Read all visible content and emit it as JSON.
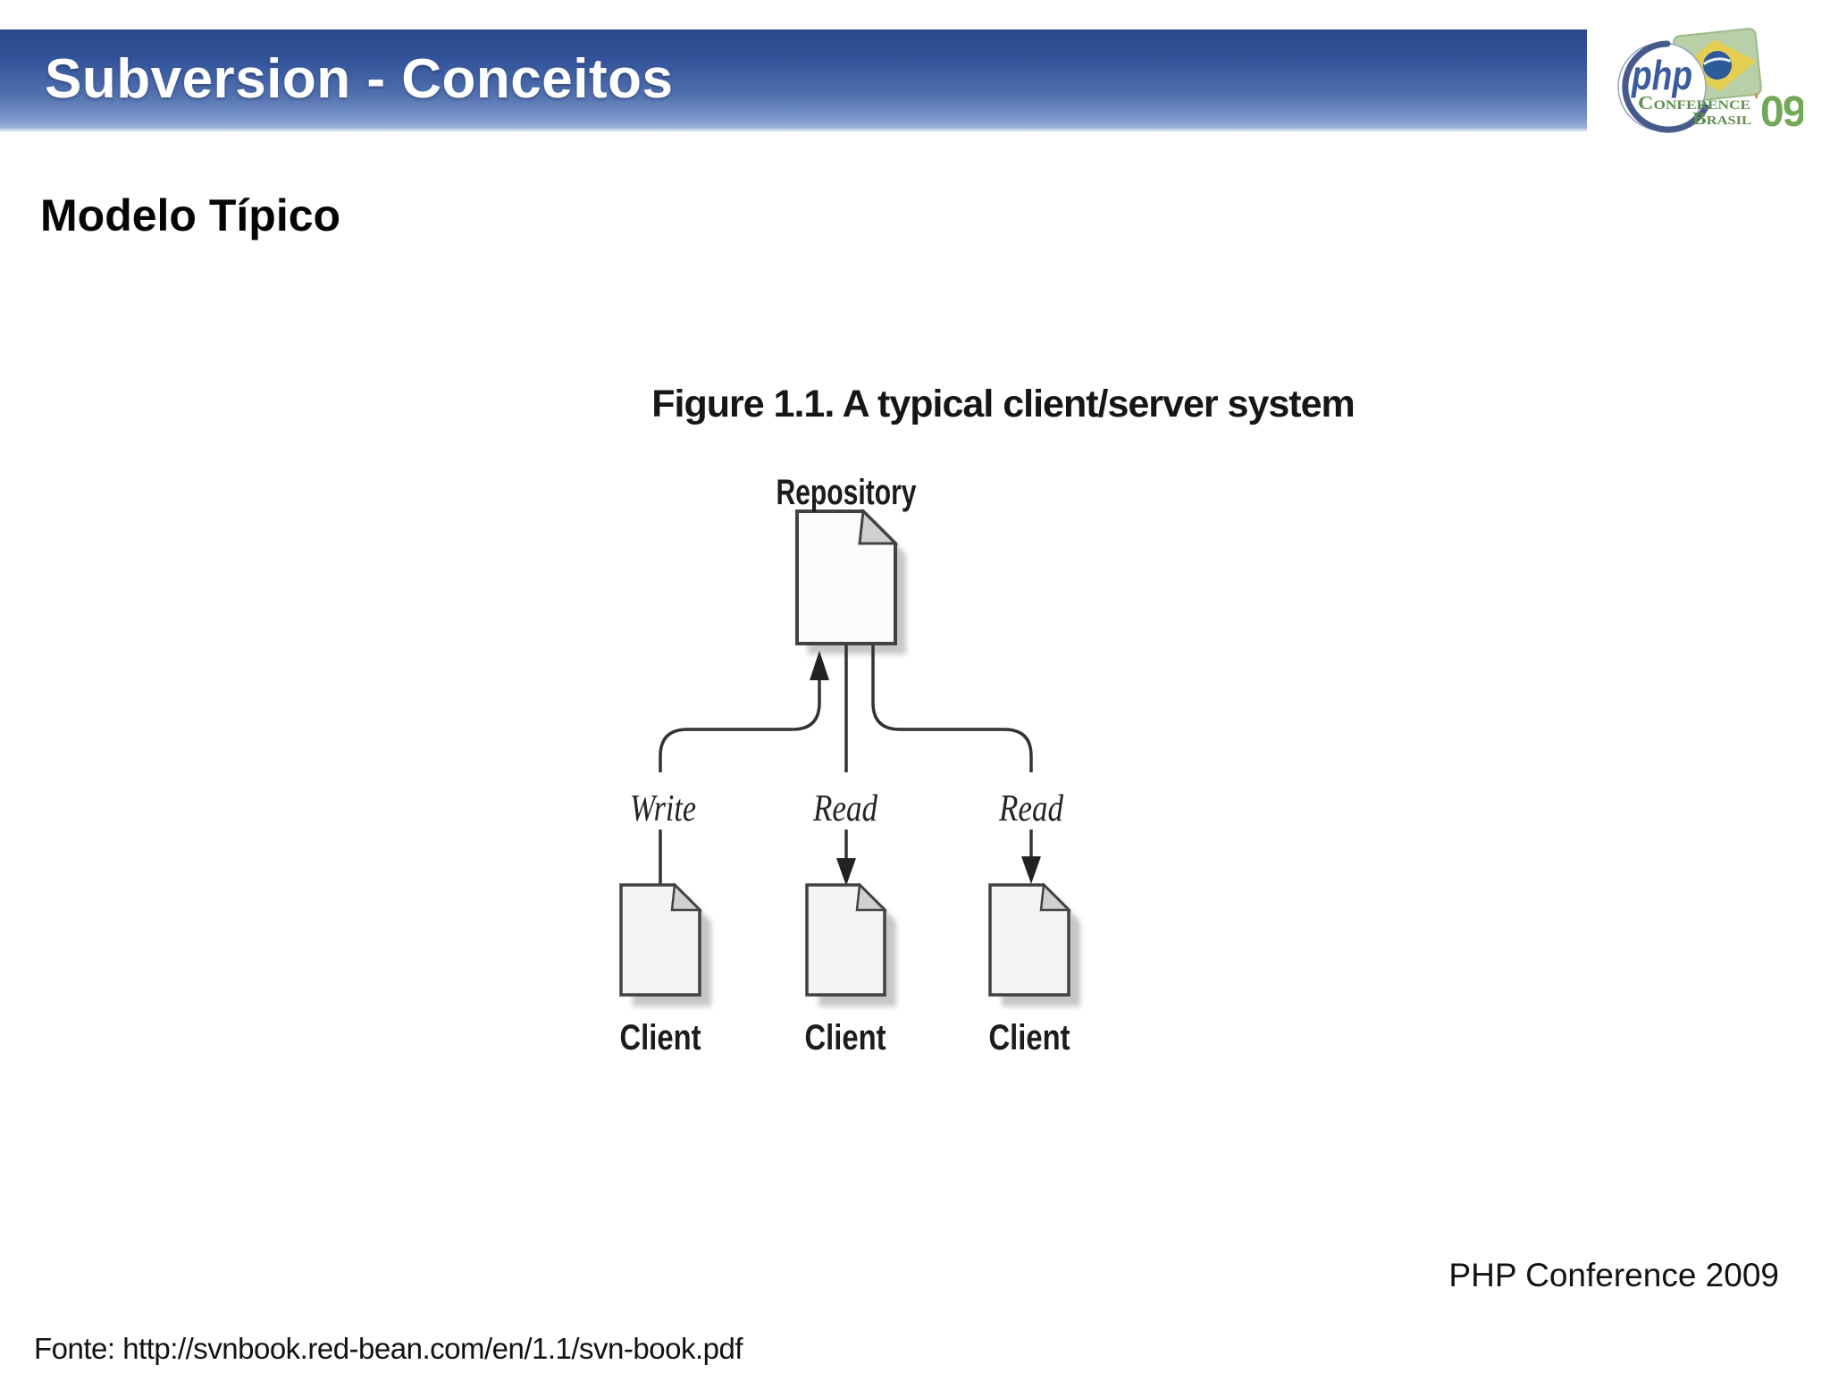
{
  "header": {
    "title": "Subversion - Conceitos"
  },
  "logo": {
    "php": "php",
    "conference": "Conference",
    "apostrophe": "'",
    "brasil": "Brasil",
    "year": "09"
  },
  "slide": {
    "section_title": "Modelo Típico",
    "footer_right": "PHP Conference 2009",
    "source": "Fonte: http://svnbook.red-bean.com/en/1.1/svn-book.pdf"
  },
  "figure": {
    "caption": "Figure 1.1. A typical client/server system",
    "repository_label": "Repository",
    "edge_labels": [
      "Write",
      "Read",
      "Read"
    ],
    "client_labels": [
      "Client",
      "Client",
      "Client"
    ]
  },
  "colors": {
    "header_gradient_top": "#2a488c",
    "header_gradient_bottom": "#9fb4d9",
    "header_title_text": "#ffffff",
    "php_blue": "#3a5b9e",
    "logo_green": "#5f8e4e",
    "year_green": "#71a757",
    "flag_green": "#b9cfa7",
    "flag_yellow": "#e4cf52",
    "flag_globe_blue": "#2d5a9b",
    "diagram_ink": "#333333",
    "document_fill": "#f3f3f3",
    "text_black": "#121212"
  }
}
